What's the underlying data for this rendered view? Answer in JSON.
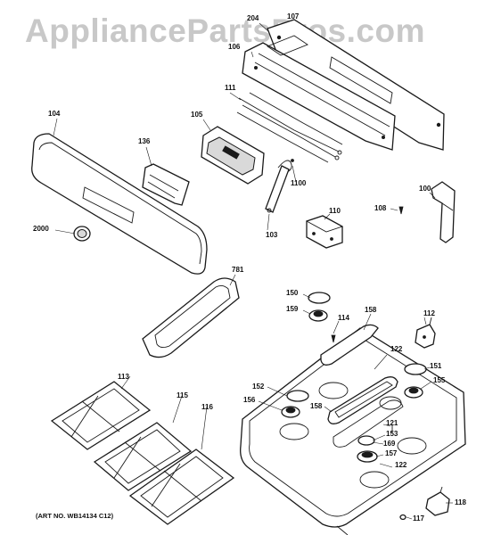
{
  "watermark": "AppliancePartsPros.com",
  "art_number": "(ART NO. WB14134 C12)",
  "callouts": {
    "p204": "204",
    "p107": "107",
    "p106": "106",
    "p111": "111",
    "p104": "104",
    "p105": "105",
    "p136": "136",
    "p1100": "1100",
    "p100": "100",
    "p108": "108",
    "p110": "110",
    "p2000": "2000",
    "p103": "103",
    "p781": "781",
    "p150": "150",
    "p158a": "158",
    "p159": "159",
    "p114": "114",
    "p112": "112",
    "p122a": "122",
    "p151": "151",
    "p155": "155",
    "p152": "152",
    "p156": "156",
    "p158b": "158",
    "p121": "121",
    "p153": "153",
    "p169": "169",
    "p157": "157",
    "p122b": "122",
    "p113": "113",
    "p115": "115",
    "p116": "116",
    "p118": "118",
    "p117": "117"
  }
}
